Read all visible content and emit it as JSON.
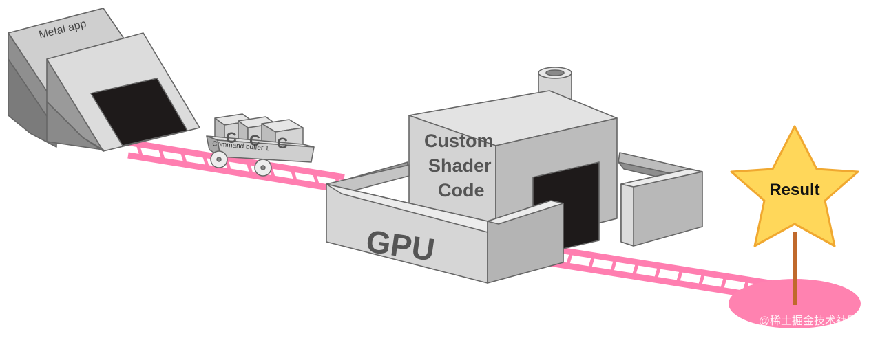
{
  "labels": {
    "app": "Metal app",
    "cart": "Command buffer 1",
    "crate_letter": "C",
    "gpu": "GPU",
    "shader_line1": "Custom",
    "shader_line2": "Shader",
    "shader_line3": "Code",
    "result": "Result",
    "watermark": "@稀土掘金技术社区"
  },
  "colors": {
    "track": "#ff7eb0",
    "result_pool": "#ff82b0",
    "star_fill": "#ffd75a",
    "star_stroke": "#f0a830",
    "pole": "#c0692c",
    "tunnel": "#1e1a1a",
    "text_dark": "#555555"
  }
}
